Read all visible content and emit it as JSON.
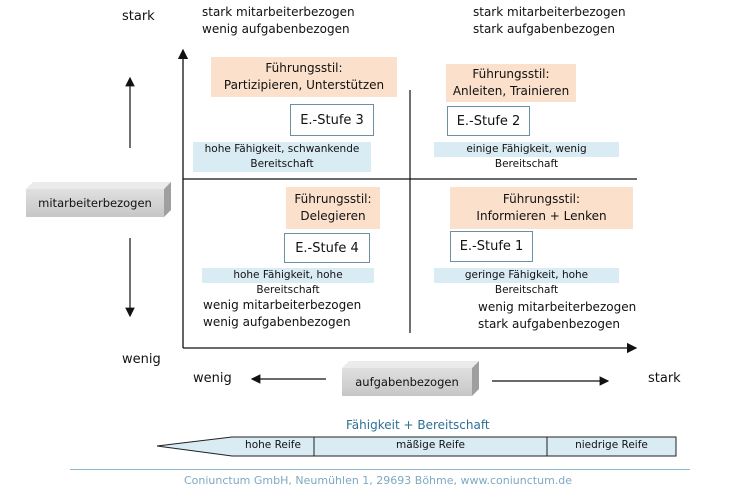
{
  "axis": {
    "y_top": "stark",
    "y_bottom": "wenig",
    "x_left": "wenig",
    "x_right": "stark",
    "y_label": "mitarbeiterbezogen",
    "x_label": "aufgabenbezogen"
  },
  "corners": {
    "top_left": [
      "stark mitarbeiterbezogen",
      "wenig aufgabenbezogen"
    ],
    "top_right": [
      "stark mitarbeiterbezogen",
      "stark aufgabenbezogen"
    ],
    "bottom_left": [
      "wenig mitarbeiterbezogen",
      "wenig aufgabenbezogen"
    ],
    "bottom_right": [
      "wenig mitarbeiterbezogen",
      "stark aufgabenbezogen"
    ]
  },
  "quadrants": {
    "q3": {
      "style_title": "Führungsstil:",
      "style_name": "Partizipieren, Unterstützen",
      "stage": "E.-Stufe 3",
      "desc_1": "hohe Fähigkeit, schwankende",
      "desc_2": "Bereitschaft"
    },
    "q2": {
      "style_title": "Führungsstil:",
      "style_name": "Anleiten, Trainieren",
      "stage": "E.-Stufe 2",
      "desc": "einige Fähigkeit, wenig Bereitschaft"
    },
    "q4": {
      "style_title": "Führungsstil:",
      "style_name": "Delegieren",
      "stage": "E.-Stufe 4",
      "desc": "hohe Fähigkeit, hohe Bereitschaft"
    },
    "q1": {
      "style_title": "Führungsstil:",
      "style_name": "Informieren + Lenken",
      "stage": "E.-Stufe 1",
      "desc": "geringe Fähigkeit, hohe Bereitschaft"
    }
  },
  "maturity": {
    "title": "Fähigkeit + Bereitschaft",
    "segments": [
      "hohe Reife",
      "mäßige Reife",
      "niedrige Reife"
    ]
  },
  "footer": "Coniunctum GmbH, Neumühlen 1, 29693 Böhme, www.coniunctum.de"
}
